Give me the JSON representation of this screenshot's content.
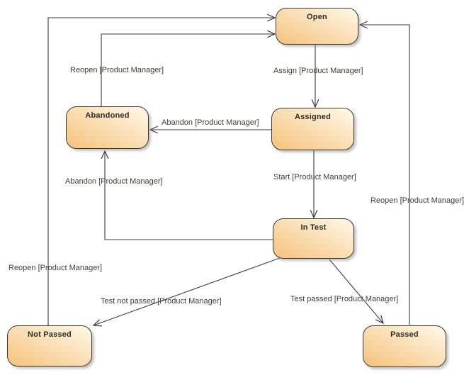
{
  "diagram": {
    "type": "uml-state-machine",
    "background_color": "#ffffff",
    "node_fill_light": "#fff9e9",
    "node_fill_dark": "#f5c27c",
    "node_border_color": "#3a3930",
    "edge_color": "#3a3a3a",
    "states": [
      {
        "id": "open",
        "label": "Open"
      },
      {
        "id": "abandoned",
        "label": "Abandoned"
      },
      {
        "id": "assigned",
        "label": "Assigned"
      },
      {
        "id": "in-test",
        "label": "In Test"
      },
      {
        "id": "not-passed",
        "label": "Not Passed"
      },
      {
        "id": "passed",
        "label": "Passed"
      }
    ],
    "transitions": [
      {
        "from": "Not Passed",
        "to": "Open",
        "label": "Reopen [Product Manager]"
      },
      {
        "from": "Abandoned",
        "to": "Open",
        "label": "Reopen [Product Manager]"
      },
      {
        "from": "Open",
        "to": "Assigned",
        "label": "Assign [Product Manager]"
      },
      {
        "from": "Assigned",
        "to": "Abandoned",
        "label": "Abandon [Product Manager]"
      },
      {
        "from": "Assigned",
        "to": "In Test",
        "label": "Start [Product Manager]"
      },
      {
        "from": "In Test",
        "to": "Abandoned",
        "label": "Abandon [Product Manager]"
      },
      {
        "from": "In Test",
        "to": "Not Passed",
        "label": "Test not passed [Product Manager]"
      },
      {
        "from": "In Test",
        "to": "Passed",
        "label": "Test passed [Product Manager]"
      },
      {
        "from": "Passed",
        "to": "Open",
        "label": "Reopen [Product Manager]"
      }
    ]
  }
}
